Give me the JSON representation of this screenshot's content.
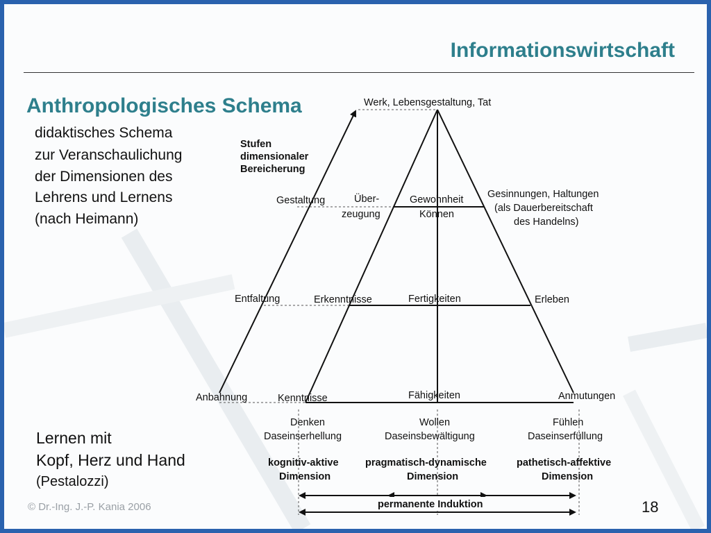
{
  "header": {
    "title": "Informationswirtschaft"
  },
  "slide": {
    "heading": "Anthropologisches Schema",
    "description": [
      "didaktisches Schema",
      "zur Veranschaulichung",
      "der Dimensionen des",
      "Lehrens und Lernens",
      "(nach Heimann)"
    ],
    "learning": [
      "Lernen mit",
      "Kopf, Herz und Hand"
    ],
    "learning_source": "(Pestalozzi)"
  },
  "diagram": {
    "apex": "Werk, Lebensgestaltung, Tat",
    "stufen": [
      "Stufen",
      "dimensionaler",
      "Bereicherung"
    ],
    "row1": {
      "left": "Gestaltung",
      "inner_left": [
        "Über-",
        "zeugung"
      ],
      "center": [
        "Gewohnheit",
        "Können"
      ],
      "right": [
        "Gesinnungen, Haltungen",
        "(als Dauerbereitschaft",
        "des Handelns)"
      ]
    },
    "row2": {
      "left": "Entfaltung",
      "inner_left": "Erkenntnisse",
      "center": "Fertigkeiten",
      "right": "Erleben"
    },
    "row3": {
      "left": "Anbahnung",
      "inner_left": "Kenntnisse",
      "center": "Fähigkeiten",
      "right": "Anmutungen"
    },
    "columns": [
      {
        "top": "Denken",
        "sub": "Daseinserhellung",
        "dim1": "kognitiv-aktive",
        "dim2": "Dimension"
      },
      {
        "top": "Wollen",
        "sub": "Daseinsbewältigung",
        "dim1": "pragmatisch-dynamische",
        "dim2": "Dimension"
      },
      {
        "top": "Fühlen",
        "sub": "Daseinserfüllung",
        "dim1": "pathetisch-affektive",
        "dim2": "Dimension"
      }
    ],
    "induction": "permanente Induktion"
  },
  "footer": {
    "copyright": "©  Dr.-Ing. J.-P. Kania 2006",
    "page": "18"
  },
  "colors": {
    "accent": "#2e7f8c",
    "frame": "#2a62ae"
  }
}
